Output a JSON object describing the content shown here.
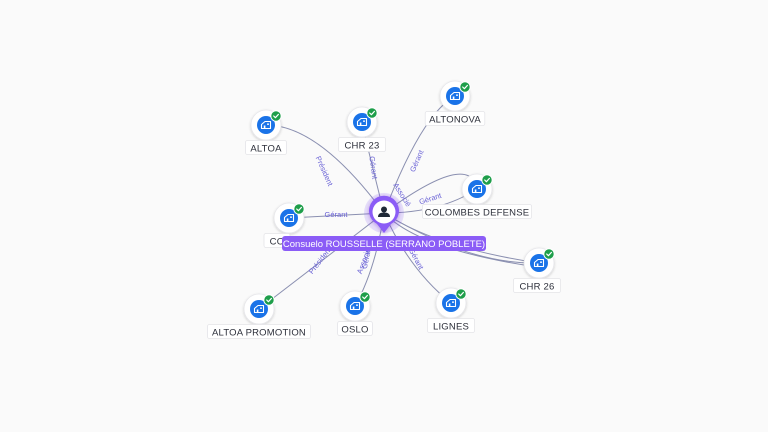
{
  "graph": {
    "center": {
      "label": "Consuelo ROUSSELLE (SERRANO POBLETE)",
      "icon": "person-icon",
      "accent_color": "#8b5cf6"
    },
    "company_icon": "company-building-icon",
    "verified_icon": "check-badge-icon",
    "colors": {
      "company_icon_bg": "#1a73e8",
      "verified_badge": "#1e9e4a",
      "edge": "#8a8fb0",
      "edge_label": "#6a62d6"
    },
    "nodes": [
      {
        "id": "altoa",
        "label": "ALTOA",
        "relation": "Président"
      },
      {
        "id": "chr23",
        "label": "CHR 23",
        "relation": "Gérant"
      },
      {
        "id": "altonova",
        "label": "ALTONOVA",
        "relation": "Gérant"
      },
      {
        "id": "colombes",
        "label": "COLOMBES DEFENSE",
        "relation": "Gérant"
      },
      {
        "id": "co",
        "label": "CO",
        "relation": "Gérant"
      },
      {
        "id": "chr26",
        "label": "CHR 26",
        "relation": ""
      },
      {
        "id": "altoa-promotion",
        "label": "ALTOA PROMOTION",
        "relation": "Président"
      },
      {
        "id": "oslo",
        "label": "OSLO",
        "relation": "Gérant"
      },
      {
        "id": "lignes",
        "label": "LIGNES",
        "relation": "Gérant"
      }
    ],
    "extra_edge_labels": [
      "Associé",
      "Associé"
    ]
  }
}
